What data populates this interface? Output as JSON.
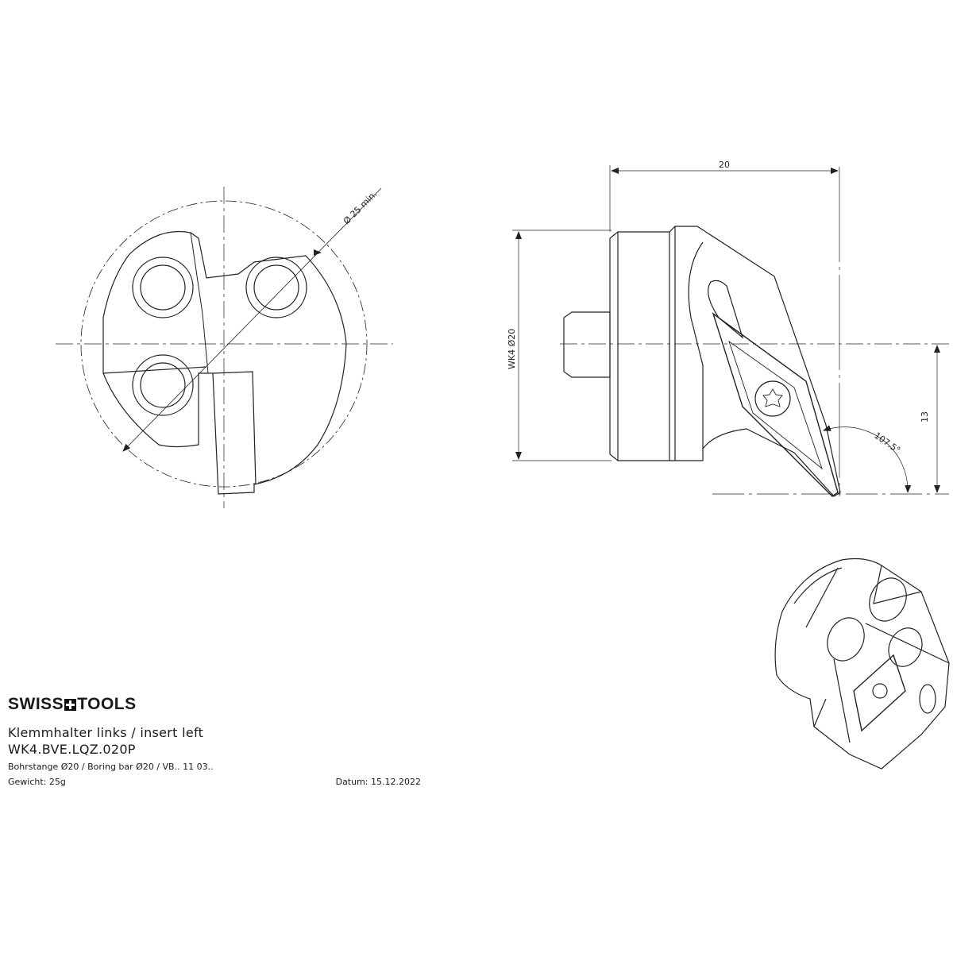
{
  "title_block": {
    "brand_left": "SWISS",
    "brand_right": "TOOLS",
    "title": "Klemmhalter links / insert left",
    "part_number": "WK4.BVE.LQZ.020P",
    "description": "Bohrstange Ø20 / Boring bar Ø20 / VB.. 11 03..",
    "weight": "Gewicht: 25g",
    "date": "Datum: 15.12.2022"
  },
  "dimensions": {
    "min_diameter": "Ø 25 min.",
    "length": "20",
    "shank_diameter": "WK4  Ø20",
    "height": "13",
    "angle": "107.5°"
  }
}
